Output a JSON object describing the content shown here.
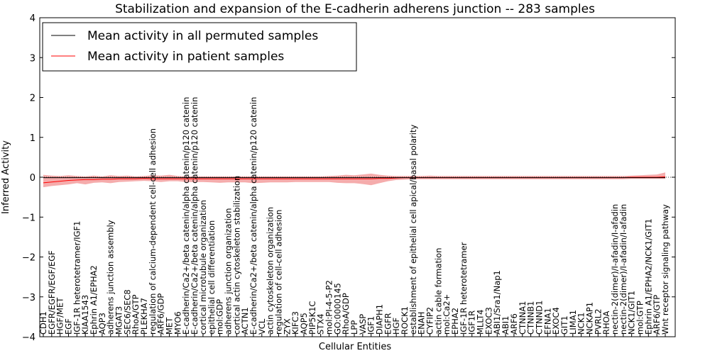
{
  "chart_data": {
    "type": "line",
    "title": "Stabilization and expansion of the E-cadherin adherens junction -- 283 samples",
    "xlabel": "Cellular Entities",
    "ylabel": "Inferred Activity",
    "ylim": [
      -4,
      4
    ],
    "yticks": [
      -4,
      -3,
      -2,
      -1,
      0,
      1,
      2,
      3,
      4
    ],
    "grid": false,
    "legend_position": "top-left",
    "categories": [
      "CDH1",
      "EGFR/EGFR/EGF/EGF",
      "HGF/MET",
      "EGF",
      "IGF-1R heterotetramer/IGF1",
      "KIAA1543",
      "Ephrin A1/EPHA2",
      "AQP3",
      "adherens junction assembly",
      "MGAT3",
      "SEC6/SEC8",
      "RhoA/GTP",
      "PLEKHA7",
      "regulation of calcium-dependent cell-cell adhesion",
      "ARF6/GDP",
      "MET",
      "MYO6",
      "E-cadherin/Ca2+/beta catenin/alpha catenin/p120 catenin",
      "E-cadherin/Ca2+/beta catenin/alpha catenin/p120 catenin",
      "cortical microtubule organization",
      "epithelial cell differentiation",
      "mol:GDP",
      "adherens junction organization",
      "cortical actin cytoskeleton stabilization",
      "ACTN1",
      "E-cadherin/Ca2+/beta catenin/alpha catenin/p120 catenin",
      "VCL",
      "actin cytoskeleton organization",
      "regulation of cell-cell adhesion",
      "ZYX",
      "KIFC3",
      "AQP5",
      "PIP5K1C",
      "STX4",
      "mol:PI-4-5-P2",
      "GO:0000145",
      "RhoA/GDP",
      "LPP",
      "VASP",
      "IGF1",
      "DIAPH1",
      "EGFR",
      "HGF",
      "ROCK1",
      "establishment of epithelial cell apical/basal polarity",
      "ENAH",
      "CYFIP2",
      "actin cable formation",
      "mol:Ca2+",
      "EPHA2",
      "IGF-1R heterotetramer",
      "IGF1R",
      "MLLT4",
      "EXOC3",
      "ABI1/Sra1/Nap1",
      "ABI1",
      "ARF6",
      "CTNNA1",
      "CTNNB1",
      "CTNND1",
      "EFNA1",
      "EXOC4",
      "GIT1",
      "LIMA1",
      "NCK1",
      "NCKAP1",
      "PVRL2",
      "RHOA",
      "nectin-2(dimer)/I-afadin/I-afadin",
      "nectin-2(dimer)/I-afadin/I-afadin",
      "NCK1/GIT1",
      "mol:GTP",
      "Ephrin A1/EPHA2/NCK1/GIT1",
      "ARF6/GTP",
      "Wnt receptor signaling pathway"
    ],
    "series": [
      {
        "name": "Mean activity in all permuted samples",
        "color": "#000000",
        "values": [
          -0.01,
          -0.01,
          -0.01,
          -0.01,
          -0.01,
          -0.01,
          -0.01,
          -0.01,
          -0.01,
          -0.01,
          -0.01,
          -0.01,
          -0.01,
          -0.01,
          -0.01,
          -0.01,
          -0.01,
          -0.01,
          -0.01,
          -0.01,
          -0.01,
          -0.01,
          -0.01,
          -0.01,
          -0.01,
          -0.01,
          -0.01,
          -0.01,
          -0.01,
          -0.01,
          -0.01,
          -0.01,
          -0.01,
          -0.01,
          -0.01,
          -0.01,
          -0.01,
          -0.01,
          -0.01,
          -0.01,
          -0.01,
          -0.01,
          -0.01,
          -0.01,
          -0.01,
          -0.01,
          -0.01,
          -0.01,
          -0.01,
          -0.01,
          -0.01,
          -0.01,
          -0.01,
          -0.01,
          -0.01,
          -0.01,
          -0.01,
          -0.01,
          -0.01,
          -0.01,
          -0.01,
          -0.01,
          -0.01,
          -0.01,
          -0.01,
          -0.01,
          -0.01,
          -0.01,
          -0.01,
          -0.01,
          -0.01,
          -0.01,
          -0.01,
          -0.01,
          -0.01
        ],
        "band_low": [
          -0.03,
          -0.03,
          -0.03,
          -0.03,
          -0.03,
          -0.03,
          -0.03,
          -0.03,
          -0.03,
          -0.03,
          -0.03,
          -0.03,
          -0.03,
          -0.03,
          -0.03,
          -0.03,
          -0.03,
          -0.03,
          -0.03,
          -0.03,
          -0.03,
          -0.03,
          -0.03,
          -0.03,
          -0.03,
          -0.03,
          -0.03,
          -0.03,
          -0.03,
          -0.03,
          -0.03,
          -0.03,
          -0.03,
          -0.03,
          -0.03,
          -0.03,
          -0.03,
          -0.03,
          -0.03,
          -0.03,
          -0.03,
          -0.03,
          -0.03,
          -0.03,
          -0.03,
          -0.03,
          -0.03,
          -0.03,
          -0.03,
          -0.03,
          -0.03,
          -0.03,
          -0.03,
          -0.03,
          -0.03,
          -0.03,
          -0.03,
          -0.03,
          -0.03,
          -0.03,
          -0.03,
          -0.03,
          -0.03,
          -0.03,
          -0.03,
          -0.03,
          -0.03,
          -0.03,
          -0.03,
          -0.03,
          -0.03,
          -0.03,
          -0.03,
          -0.03,
          -0.03
        ],
        "band_high": [
          0.01,
          0.01,
          0.01,
          0.01,
          0.01,
          0.01,
          0.01,
          0.01,
          0.01,
          0.01,
          0.01,
          0.01,
          0.01,
          0.01,
          0.01,
          0.01,
          0.01,
          0.01,
          0.01,
          0.01,
          0.01,
          0.01,
          0.01,
          0.01,
          0.01,
          0.01,
          0.01,
          0.01,
          0.01,
          0.01,
          0.01,
          0.01,
          0.01,
          0.01,
          0.01,
          0.01,
          0.01,
          0.01,
          0.01,
          0.01,
          0.01,
          0.01,
          0.01,
          0.01,
          0.01,
          0.01,
          0.01,
          0.01,
          0.01,
          0.01,
          0.01,
          0.01,
          0.01,
          0.01,
          0.01,
          0.01,
          0.01,
          0.01,
          0.01,
          0.01,
          0.01,
          0.01,
          0.01,
          0.01,
          0.01,
          0.01,
          0.01,
          0.01,
          0.01,
          0.01,
          0.01,
          0.01,
          0.01,
          0.01,
          0.01
        ]
      },
      {
        "name": "Mean activity in patient samples",
        "color": "#ff0000",
        "band_color": "#f08080",
        "values": [
          -0.14,
          -0.12,
          -0.1,
          -0.08,
          -0.07,
          -0.06,
          -0.06,
          -0.05,
          -0.05,
          -0.04,
          -0.04,
          -0.04,
          -0.03,
          -0.04,
          -0.04,
          -0.04,
          -0.04,
          -0.04,
          -0.04,
          -0.04,
          -0.04,
          -0.04,
          -0.04,
          -0.04,
          -0.04,
          -0.04,
          -0.04,
          -0.04,
          -0.04,
          -0.04,
          -0.04,
          -0.04,
          -0.04,
          -0.04,
          -0.04,
          -0.04,
          -0.04,
          -0.04,
          -0.04,
          -0.04,
          -0.03,
          -0.03,
          -0.02,
          -0.01,
          -0.01,
          -0.01,
          -0.01,
          -0.01,
          -0.01,
          -0.01,
          -0.01,
          -0.01,
          -0.01,
          -0.01,
          -0.01,
          -0.01,
          -0.01,
          -0.01,
          -0.01,
          -0.01,
          -0.01,
          -0.01,
          -0.01,
          -0.01,
          -0.01,
          -0.01,
          -0.01,
          -0.01,
          -0.01,
          -0.01,
          0.0,
          0.0,
          0.0,
          0.0,
          0.01
        ],
        "band_low": [
          -0.25,
          -0.22,
          -0.2,
          -0.18,
          -0.15,
          -0.18,
          -0.14,
          -0.13,
          -0.15,
          -0.12,
          -0.11,
          -0.1,
          -0.09,
          -0.1,
          -0.12,
          -0.1,
          -0.1,
          -0.12,
          -0.12,
          -0.12,
          -0.13,
          -0.14,
          -0.13,
          -0.13,
          -0.13,
          -0.15,
          -0.14,
          -0.13,
          -0.13,
          -0.13,
          -0.12,
          -0.12,
          -0.12,
          -0.12,
          -0.12,
          -0.14,
          -0.15,
          -0.15,
          -0.17,
          -0.2,
          -0.15,
          -0.1,
          -0.07,
          -0.06,
          -0.05,
          -0.05,
          -0.05,
          -0.05,
          -0.05,
          -0.05,
          -0.05,
          -0.05,
          -0.05,
          -0.05,
          -0.05,
          -0.05,
          -0.05,
          -0.05,
          -0.05,
          -0.05,
          -0.05,
          -0.05,
          -0.05,
          -0.05,
          -0.05,
          -0.05,
          -0.05,
          -0.05,
          -0.05,
          -0.05,
          -0.04,
          -0.04,
          -0.04,
          -0.04,
          -0.04
        ],
        "band_high": [
          0.06,
          0.04,
          0.03,
          0.05,
          0.03,
          0.02,
          0.04,
          0.02,
          0.05,
          0.03,
          0.04,
          0.02,
          0.03,
          0.05,
          0.04,
          0.06,
          0.03,
          0.02,
          0.02,
          0.02,
          0.02,
          0.02,
          0.02,
          0.02,
          0.02,
          0.02,
          0.02,
          0.02,
          0.02,
          0.02,
          0.02,
          0.02,
          0.02,
          0.02,
          0.03,
          0.04,
          0.06,
          0.05,
          0.07,
          0.09,
          0.06,
          0.04,
          0.03,
          0.03,
          0.03,
          0.03,
          0.04,
          0.03,
          0.03,
          0.03,
          0.03,
          0.03,
          0.03,
          0.03,
          0.03,
          0.03,
          0.03,
          0.03,
          0.03,
          0.03,
          0.03,
          0.03,
          0.03,
          0.03,
          0.03,
          0.03,
          0.03,
          0.03,
          0.03,
          0.03,
          0.04,
          0.05,
          0.06,
          0.07,
          0.12
        ]
      }
    ]
  }
}
